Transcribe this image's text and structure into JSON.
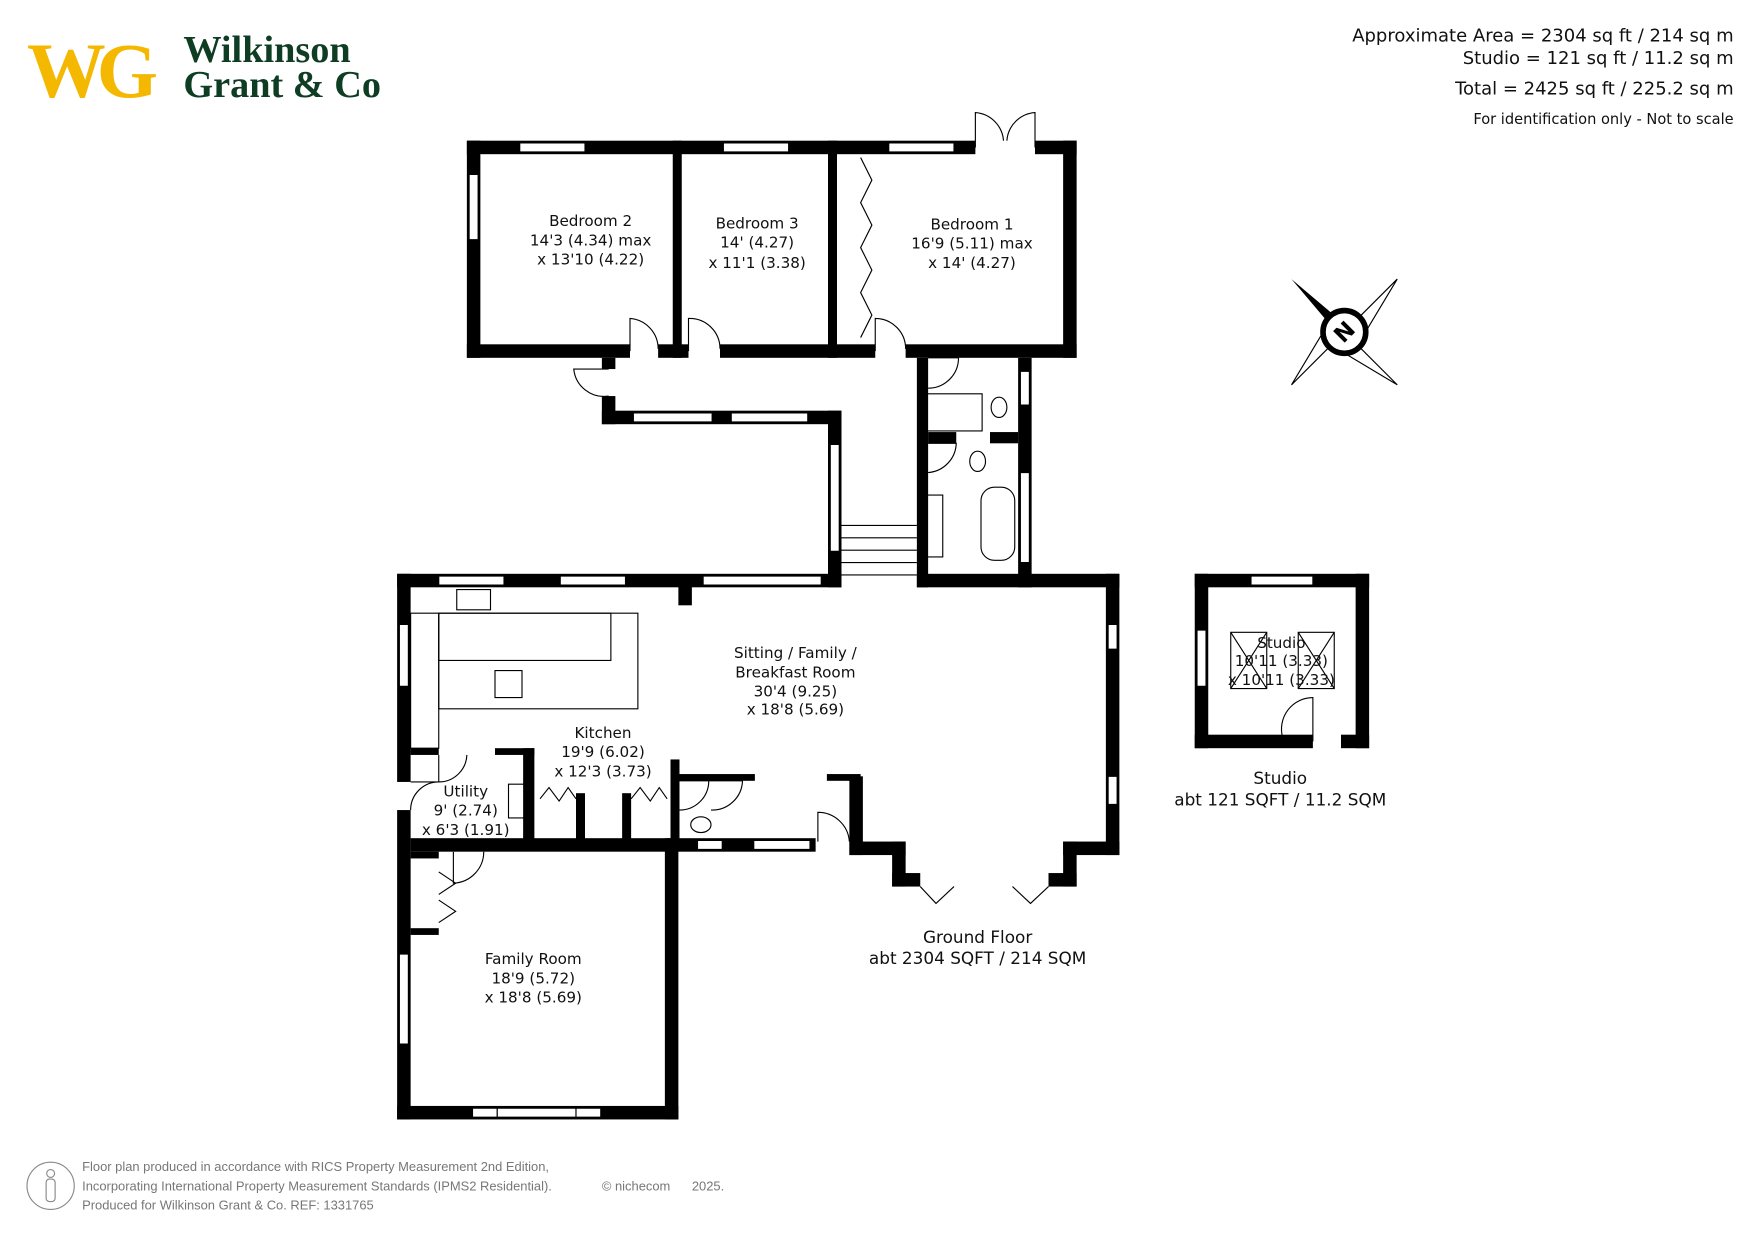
{
  "brand": {
    "monogram": "WG",
    "name_line1": "Wilkinson",
    "name_line2": "Grant & Co",
    "colors": {
      "gold": "#F5B800",
      "green": "#0F3D24"
    }
  },
  "areas": {
    "approximate": "Approximate Area = 2304 sq ft / 214 sq m",
    "studio": "Studio = 121 sq ft / 11.2 sq m",
    "total": "Total = 2425 sq ft / 225.2 sq m",
    "disclaimer": "For identification only - Not to scale"
  },
  "rooms": {
    "bedroom2": {
      "name": "Bedroom 2",
      "dim1": "14'3 (4.34) max",
      "dim2": "x 13'10 (4.22)"
    },
    "bedroom3": {
      "name": "Bedroom 3",
      "dim1": "14' (4.27)",
      "dim2": "x 11'1 (3.38)"
    },
    "bedroom1": {
      "name": "Bedroom 1",
      "dim1": "16'9 (5.11) max",
      "dim2": "x 14' (4.27)"
    },
    "sitting": {
      "name1": "Sitting / Family /",
      "name2": "Breakfast Room",
      "dim1": "30'4 (9.25)",
      "dim2": "x 18'8 (5.69)"
    },
    "kitchen": {
      "name": "Kitchen",
      "dim1": "19'9 (6.02)",
      "dim2": "x 12'3 (3.73)"
    },
    "utility": {
      "name": "Utility",
      "dim1": "9' (2.74)",
      "dim2": "x 6'3 (1.91)"
    },
    "family": {
      "name": "Family Room",
      "dim1": "18'9 (5.72)",
      "dim2": "x 18'8 (5.69)"
    },
    "studio": {
      "name": "Studio",
      "dim1": "10'11 (3.33)",
      "dim2": "x 10'11 (3.33)"
    }
  },
  "floors": {
    "ground": {
      "title": "Ground Floor",
      "area": "abt 2304 SQFT / 214 SQM"
    },
    "studio": {
      "title": "Studio",
      "area": "abt 121 SQFT / 11.2 SQM"
    }
  },
  "compass": {
    "label": "N"
  },
  "footer": {
    "line1": "Floor plan produced in accordance with RICS Property Measurement 2nd Edition,",
    "line2": "Incorporating International Property Measurement Standards (IPMS2 Residential).",
    "copyright": "© nichecom",
    "year": "2025.",
    "line3": "Produced for Wilkinson Grant & Co.   REF:  1331765"
  }
}
